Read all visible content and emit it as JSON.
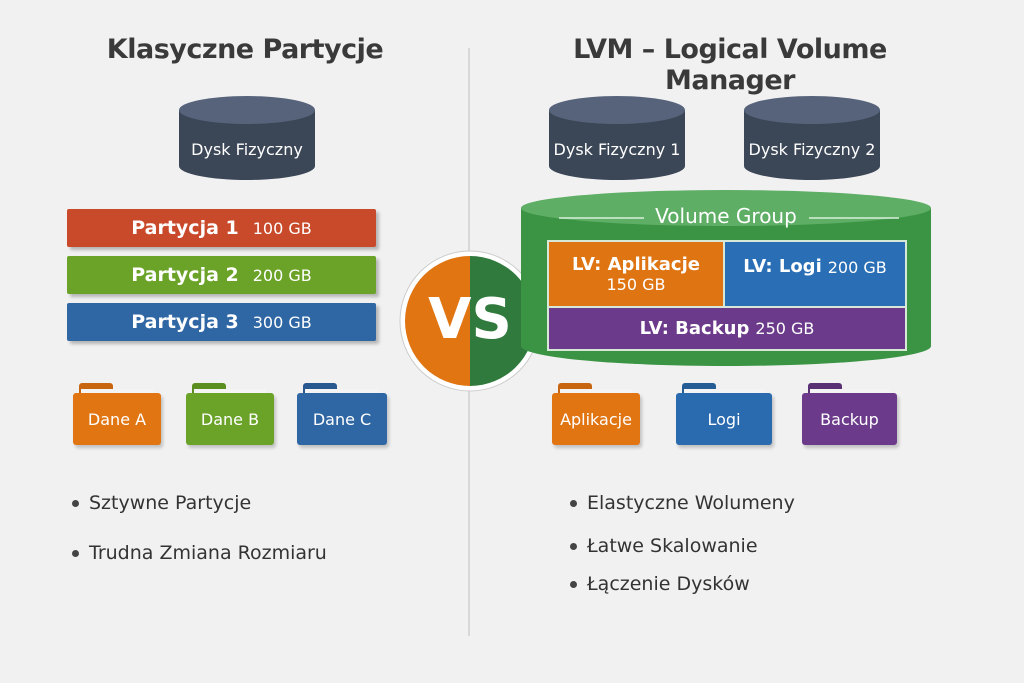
{
  "left": {
    "title": "Klasyczne Partycje",
    "disk": "Dysk Fizyczny",
    "partitions": [
      {
        "name": "Partycja 1",
        "size": "100 GB",
        "color": "#c94a2a"
      },
      {
        "name": "Partycja 2",
        "size": "200 GB",
        "color": "#6aa327"
      },
      {
        "name": "Partycja 3",
        "size": "300 GB",
        "color": "#2f66a4"
      }
    ],
    "folders": [
      {
        "label": "Dane A",
        "color": "#e07512"
      },
      {
        "label": "Dane B",
        "color": "#6aa327"
      },
      {
        "label": "Dane C",
        "color": "#2f66a4"
      }
    ],
    "bullets": [
      "Sztywne Partycje",
      "Trudna Zmiana Rozmiaru"
    ]
  },
  "vs": {
    "label": "VS",
    "left_color": "#e07512",
    "right_color": "#2f7a3c"
  },
  "right": {
    "title": "LVM – Logical Volume Manager",
    "disks": [
      "Dysk Fizyczny 1",
      "Dysk Fizyczny 2"
    ],
    "volume_group": "Volume Group",
    "lvs": [
      {
        "name": "LV: Aplikacje",
        "size": "150 GB",
        "color": "#df7412"
      },
      {
        "name": "LV: Logi",
        "size": "200 GB",
        "color": "#2a6fb5"
      },
      {
        "name": "LV: Backup",
        "size": "250 GB",
        "color": "#6b3a8a"
      }
    ],
    "folders": [
      {
        "label": "Aplikacje",
        "color": "#e07512"
      },
      {
        "label": "Logi",
        "color": "#2a6aae"
      },
      {
        "label": "Backup",
        "color": "#6b3a8a"
      }
    ],
    "bullets": [
      "Elastyczne Wolumeny",
      "Łatwe Skalowanie",
      "Łączenie Dysków"
    ]
  }
}
